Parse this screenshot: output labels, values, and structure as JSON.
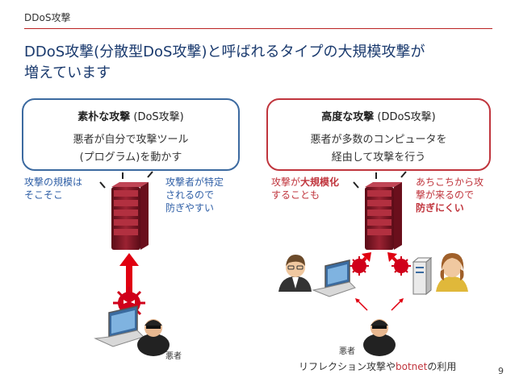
{
  "header": {
    "label": "DDoS攻撃"
  },
  "title": {
    "line1": "DDoS攻撃(分散型DoS攻撃)と呼ばれるタイプの大規模攻撃が",
    "line2": "増えています"
  },
  "left_box": {
    "title_bold": "素朴な攻撃",
    "title_rest": " (DoS攻撃)",
    "body_line1": "悪者が自分で攻撃ツール",
    "body_line2": "(プログラム)を動かす"
  },
  "right_box": {
    "title_bold": "高度な攻撃",
    "title_rest": " (DDoS攻撃)",
    "body_line1": "悪者が多数のコンピュータを",
    "body_line2": "経由して攻撃を行う"
  },
  "left_notes": {
    "scale_line1": "攻撃の規模は",
    "scale_line2": "そこそこ",
    "id_line1": "攻撃者が特定",
    "id_line2": "されるので",
    "id_line3": "防ぎやすい"
  },
  "right_notes": {
    "scale_pre": "攻撃が",
    "scale_bold": "大規模化",
    "scale_line2": "することも",
    "src_line1": "あちこちから攻",
    "src_line2": "撃が来るので",
    "src_bold": "防ぎにくい"
  },
  "attacker_label_left": "悪者",
  "attacker_label_right": "悪者",
  "caption": {
    "pre": "リフレクション攻撃や",
    "highlight": "botnet",
    "post": "の利用"
  },
  "page_number": "9",
  "colors": {
    "accent_blue": "#3c6aa0",
    "accent_red": "#c0353d",
    "title_blue": "#1a3a6e",
    "server": "#8b1a2a"
  },
  "icons": [
    "server-icon",
    "laptop-icon",
    "attacker-icon",
    "virus-icon",
    "person-icon",
    "router-icon",
    "arrow-icon"
  ]
}
